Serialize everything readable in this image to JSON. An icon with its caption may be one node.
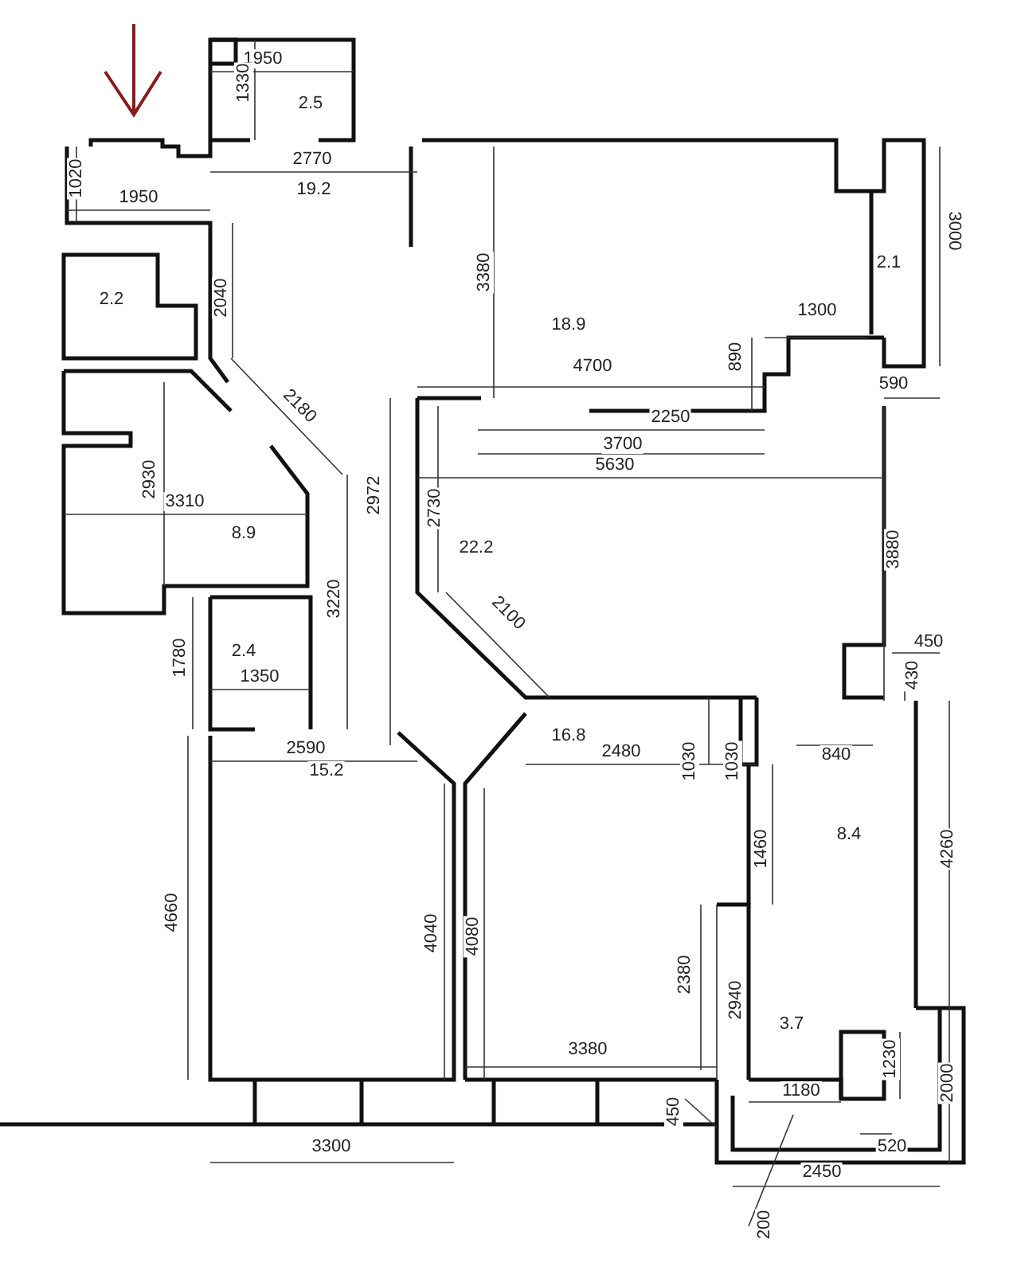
{
  "diagram": {
    "labels": [
      "1950",
      "1330",
      "2.5",
      "2770",
      "1020",
      "1950",
      "19.2",
      "3000",
      "2.1",
      "3380",
      "18.9",
      "2.2",
      "2040",
      "1300",
      "890",
      "4700",
      "590",
      "2180",
      "2250",
      "3700",
      "5630",
      "2930",
      "2730",
      "3310",
      "22.2",
      "8.9",
      "3880",
      "3220",
      "2972",
      "2100",
      "2.4",
      "1780",
      "450",
      "430",
      "1350",
      "2590",
      "15.2",
      "16.8",
      "2480",
      "1030",
      "1030",
      "840",
      "8.4",
      "1460",
      "4260",
      "4660",
      "4040",
      "4080",
      "2380",
      "2940",
      "3.7",
      "3380",
      "1230",
      "2000",
      "1180",
      "3300",
      "450",
      "520",
      "2450",
      "200"
    ]
  }
}
